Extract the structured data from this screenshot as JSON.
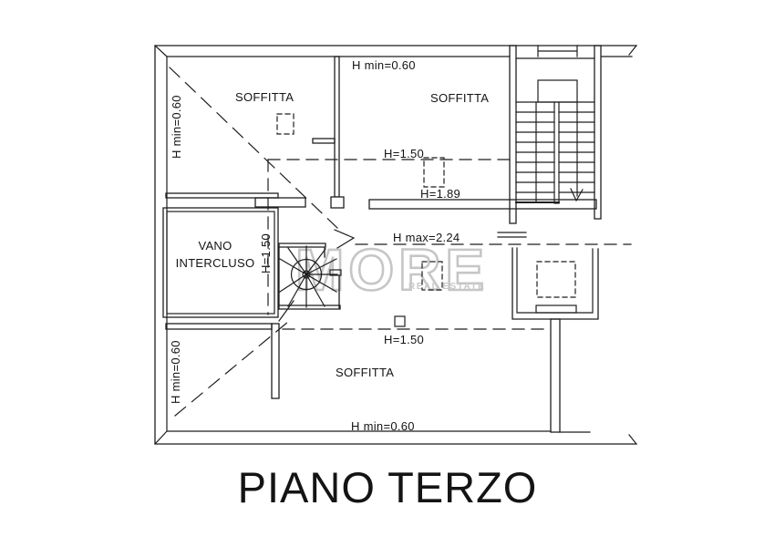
{
  "title": "PIANO TERZO",
  "watermark": {
    "brand": "MORE",
    "tagline": "REAL ESTATE",
    "color": "#c6c6c6"
  },
  "colors": {
    "line": "#1f1f1f",
    "text": "#141414",
    "background": "#ffffff"
  },
  "rooms": {
    "soffitta_top_left": "SOFFITTA",
    "soffitta_top_right": "SOFFITTA",
    "soffitta_bottom": "SOFFITTA",
    "vano_intercluso_line1": "VANO",
    "vano_intercluso_line2": "INTERCLUSO"
  },
  "height_annotations": {
    "left_top": "H min=0.60",
    "top_center": "H min=0.60",
    "upper_level": "H=1.50",
    "center": "H=1.89",
    "vano_side": "H=1.50",
    "corridor_max": "H max=2.24",
    "lower_level": "H=1.50",
    "left_bottom": "H min=0.60",
    "bottom": "H min=0.60"
  }
}
